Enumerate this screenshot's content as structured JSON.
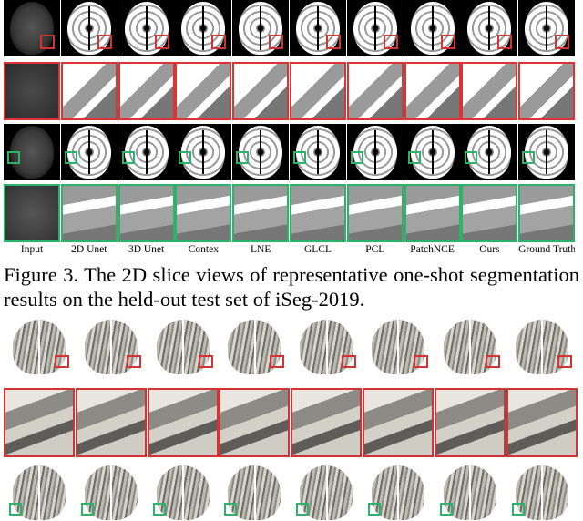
{
  "columns": [
    "Input",
    "2D Unet",
    "3D Unet",
    "Contex",
    "LNE",
    "GLCL",
    "PCL",
    "PatchNCE",
    "Ours",
    "Ground Truth"
  ],
  "render_columns": 8,
  "caption": "Figure 3. The 2D slice views of representative one-shot segmentation results on the held-out test set of iSeg-2019.",
  "colors": {
    "red_box": "#d33333",
    "green_box": "#2bb36a"
  }
}
